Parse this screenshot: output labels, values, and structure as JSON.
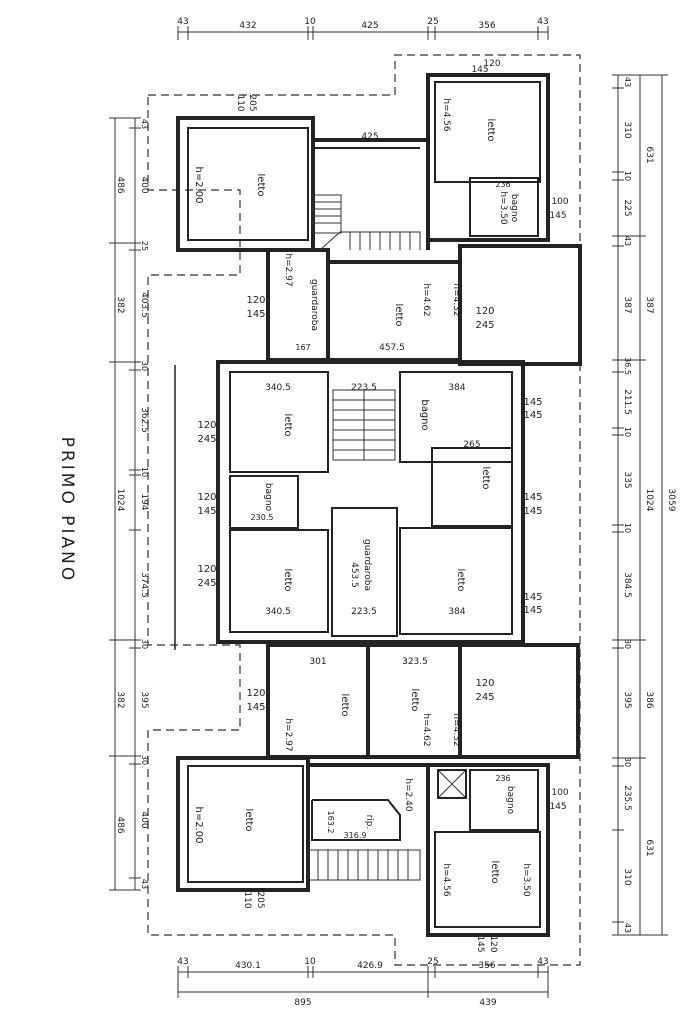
{
  "title": "PRIMO PIANO",
  "rooms": [
    {
      "id": "r1",
      "label": "letto",
      "h": "h=2.00"
    },
    {
      "id": "r2",
      "label": "letto",
      "h": "h=4.56"
    },
    {
      "id": "r3",
      "label": "bagno",
      "h": "h=3.50"
    },
    {
      "id": "r4",
      "label": "guardaroba",
      "h": "h=2.97"
    },
    {
      "id": "r5",
      "label": "letto",
      "h": "h=4.62"
    },
    {
      "id": "r6",
      "label": "letto",
      "h": ""
    },
    {
      "id": "r7",
      "label": "bagno",
      "h": ""
    },
    {
      "id": "r8",
      "label": "letto",
      "h": ""
    },
    {
      "id": "r9",
      "label": "bagno",
      "h": ""
    },
    {
      "id": "r10",
      "label": "letto",
      "h": ""
    },
    {
      "id": "r11",
      "label": "guardaroba",
      "h": ""
    },
    {
      "id": "r12",
      "label": "letto",
      "h": ""
    },
    {
      "id": "r13",
      "label": "letto",
      "h": "h=2.97"
    },
    {
      "id": "r14",
      "label": "letto",
      "h": "h=4.62"
    },
    {
      "id": "r15",
      "label": "letto",
      "h": "h=2.00"
    },
    {
      "id": "r16",
      "label": "rip.",
      "h": "h=2.40"
    },
    {
      "id": "r17",
      "label": "bagno",
      "h": ""
    },
    {
      "id": "r18",
      "label": "letto",
      "h": "h=4.56"
    }
  ],
  "extra_heights": [
    "h=4.32",
    "h=4.32",
    "h=3.50"
  ],
  "dims_top": [
    "43",
    "432",
    "10",
    "425",
    "25",
    "356",
    "43",
    "120",
    "145"
  ],
  "dims_bottom": [
    "43",
    "430.1",
    "10",
    "426.9",
    "25",
    "356",
    "43",
    "895",
    "439",
    "205",
    "110",
    "120",
    "145"
  ],
  "dims_left_outer": [
    "486",
    "382",
    "1024",
    "382",
    "486"
  ],
  "dims_left_inner": [
    "43",
    "400",
    "25",
    "403.5",
    "30",
    "362.5",
    "10",
    "194",
    "374.5",
    "30",
    "395",
    "30",
    "400",
    "43"
  ],
  "dims_right_inner": [
    "43",
    "310",
    "10",
    "225",
    "43",
    "387",
    "36.5",
    "211.5",
    "10",
    "335",
    "10",
    "384.5",
    "30",
    "395",
    "30",
    "235.5",
    "310",
    "43"
  ],
  "dims_right_mid": [
    "631",
    "387",
    "1024",
    "386",
    "631"
  ],
  "dims_right_outer": [
    "3059"
  ],
  "interior_dims": [
    "425",
    "236",
    "100",
    "145",
    "167",
    "457.5",
    "340.5",
    "223.5",
    "384",
    "265",
    "230.5",
    "453.5",
    "340.5",
    "223.5",
    "384",
    "301",
    "323.5",
    "236",
    "100",
    "145",
    "163.2",
    "316.9",
    "205",
    "110"
  ],
  "windows": [
    {
      "a": "120",
      "b": "145"
    },
    {
      "a": "120",
      "b": "245"
    },
    {
      "a": "120",
      "b": "245"
    },
    {
      "a": "145",
      "b": "145"
    },
    {
      "a": "120",
      "b": "145"
    },
    {
      "a": "145",
      "b": "145"
    },
    {
      "a": "120",
      "b": "245"
    },
    {
      "a": "145",
      "b": "145"
    },
    {
      "a": "120",
      "b": "145"
    },
    {
      "a": "120",
      "b": "245"
    }
  ]
}
